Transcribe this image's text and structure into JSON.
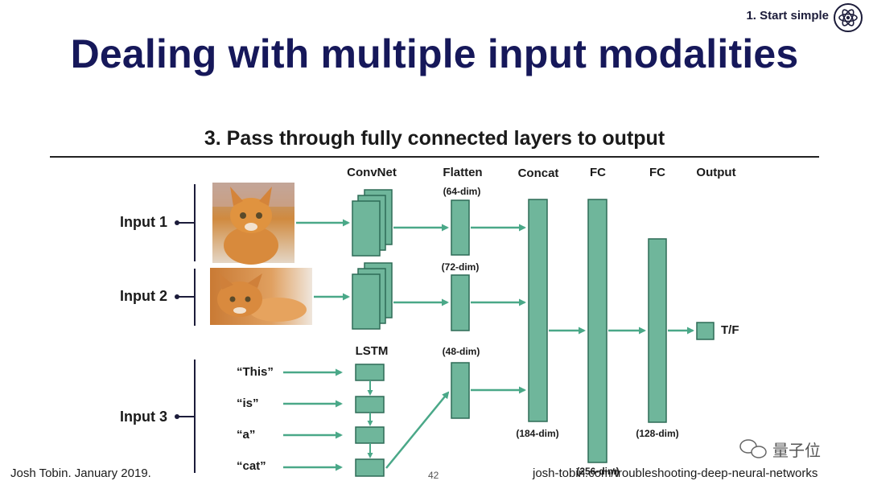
{
  "header": {
    "title": "Dealing with multiple input modalities",
    "section_tag": "1. Start simple",
    "section_icon": "atom-icon"
  },
  "subtitle": "3. Pass through fully connected layers to output",
  "columns": {
    "convnet": "ConvNet",
    "flatten": "Flatten",
    "concat": "Concat",
    "fc1": "FC",
    "fc2": "FC",
    "output": "Output",
    "lstm": "LSTM"
  },
  "dims": {
    "flatten1": "(64-dim)",
    "flatten2": "(72-dim)",
    "flatten3": "(48-dim)",
    "concat": "(184-dim)",
    "fc1": "(256-dim)",
    "fc2": "(128-dim)"
  },
  "inputs": [
    "Input 1",
    "Input 2",
    "Input 3"
  ],
  "words": [
    "“This”",
    "“is”",
    "“a”",
    "“cat”"
  ],
  "output_label": "T/F",
  "footer": {
    "author": "Josh Tobin. January 2019.",
    "page": "42",
    "url": "josh-tobin.com/troubleshooting-deep-neural-networks"
  },
  "watermark": "量子位",
  "colors": {
    "title": "#16185a",
    "layer_fill": "#6fb69b",
    "layer_stroke": "#2e6b57",
    "arrow": "#4aa888",
    "bracket": "#1c1c3a"
  }
}
